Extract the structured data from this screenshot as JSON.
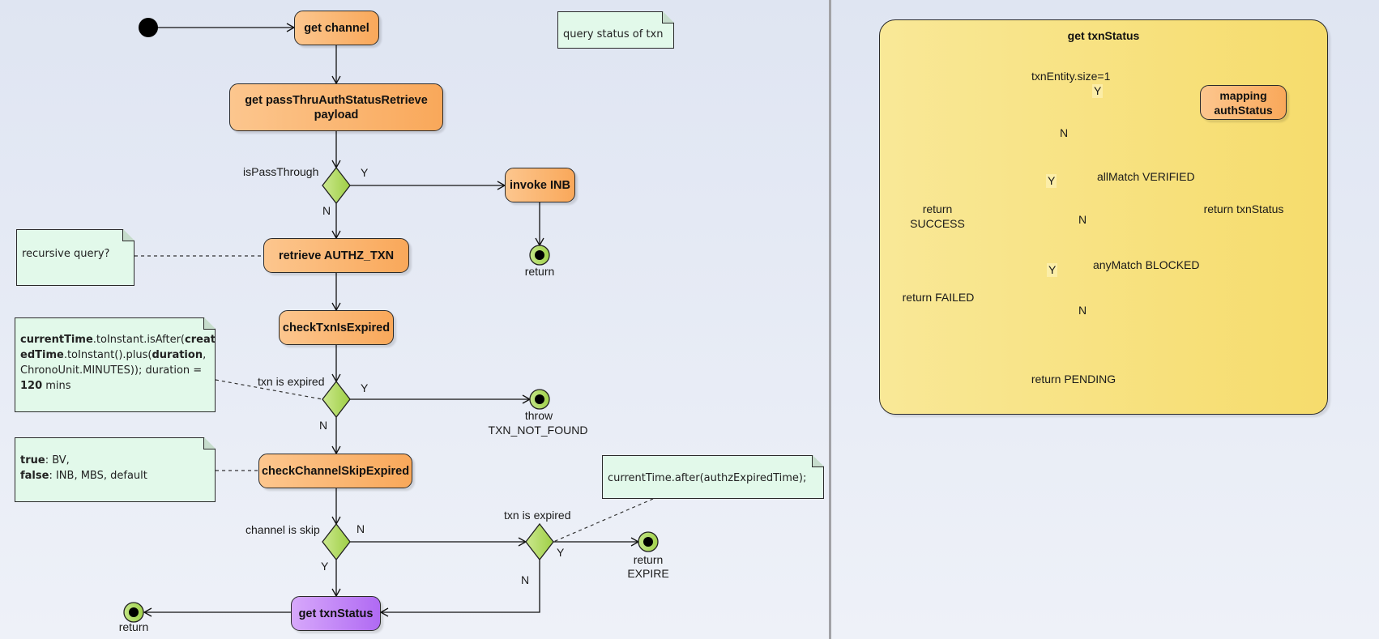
{
  "diagram_type": "UML activity diagram",
  "colors": {
    "background": "#e4e9f4",
    "activity_fill": "#f9b270",
    "highlight_activity_fill": "#c58af7",
    "decision_fill": "#a8d655",
    "note_fill": "#e2f9ea",
    "frame_fill": "#f7e07f",
    "divider": "#a2a2a6"
  },
  "main_flow": {
    "activities": {
      "get_channel": "get channel",
      "get_payload": "get passThruAuthStatusRetrieve payload",
      "invoke_inb": "invoke INB",
      "retrieve_authz": "retrieve AUTHZ_TXN",
      "check_expired": "checkTxnIsExpired",
      "check_channel_skip": "checkChannelSkipExpired",
      "get_txn_status": "get txnStatus"
    },
    "decisions": {
      "is_pass_through": "isPassThrough",
      "txn_is_expired_1": "txn is expired",
      "channel_is_skip": "channel is skip",
      "txn_is_expired_2": "txn is expired"
    },
    "finals": {
      "return_inb": "return",
      "throw": [
        "throw",
        "TXN_NOT_FOUND"
      ],
      "return_expire": [
        "return",
        "EXPIRE"
      ],
      "return_status": "return"
    },
    "guards": {
      "yes": "Y",
      "no": "N"
    },
    "notes": {
      "query_status": "query status of txn",
      "recursive": "recursive query?",
      "expire_formula": [
        [
          {
            "b": "currentTime"
          },
          {
            "t": ".toInstant.isAfter("
          },
          {
            "b": "creat"
          }
        ],
        [
          {
            "b": "edTime"
          },
          {
            "t": ".toInstant().plus("
          },
          {
            "b": "duration"
          },
          {
            "t": ","
          }
        ],
        [
          {
            "t": "ChronoUnit.MINUTES)); duration ="
          }
        ],
        [
          {
            "b": "120"
          },
          {
            "t": " mins"
          }
        ]
      ],
      "channel_skip": [
        [
          {
            "b": "true"
          },
          {
            "t": ": BV,"
          }
        ],
        [
          {
            "b": "false"
          },
          {
            "t": ": INB, MBS, default"
          }
        ]
      ],
      "authz_expired": "currentTime.after(authzExpiredTime);"
    }
  },
  "sub_flow": {
    "title": "get txnStatus",
    "decisions": {
      "size_one": "txnEntity.size=1",
      "all_verified": "allMatch VERIFIED",
      "any_blocked": "anyMatch BLOCKED"
    },
    "activities": {
      "mapping": "mapping authStatus"
    },
    "flow_finals": {
      "return_txn_status": "return txnStatus",
      "return_success": [
        "return",
        "SUCCESS"
      ],
      "return_failed": "return FAILED",
      "return_pending": "return PENDING"
    }
  }
}
